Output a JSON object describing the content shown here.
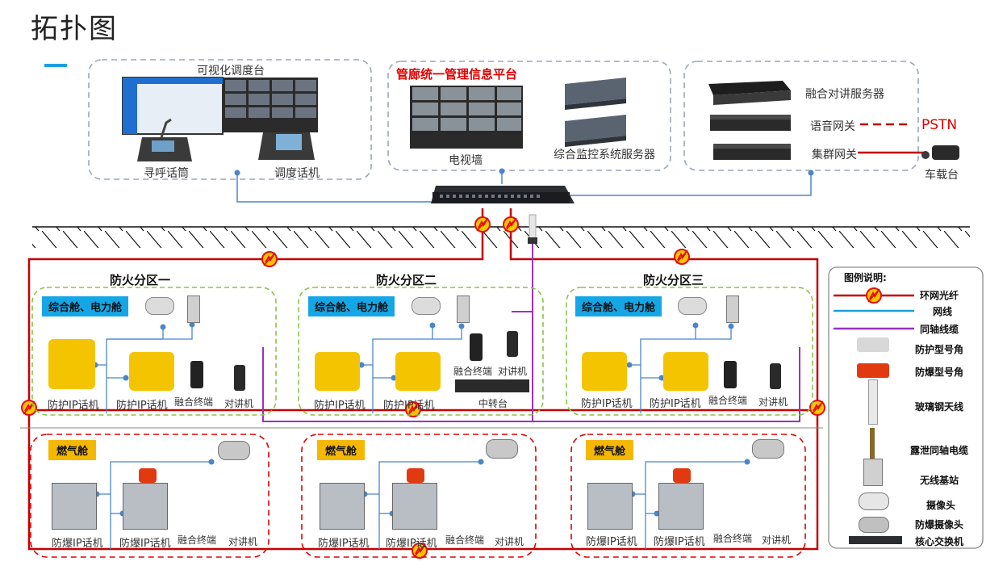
{
  "page": {
    "title": "拓扑图"
  },
  "top_groups": {
    "dispatch": {
      "title": "可视化调度台",
      "pager": "寻呼话筒",
      "dispatch_phone": "调度话机"
    },
    "platform": {
      "title": "管廊统一管理信息平台",
      "tv_wall": "电视墙",
      "monitor_server": "综合监控系统服务器"
    },
    "servers": {
      "intercom_server": "融合对讲服务器",
      "voice_gateway": "语音网关",
      "trunk_gateway": "集群网关",
      "pstn": "PSTN",
      "vehicle_radio": "车载台"
    }
  },
  "zones": [
    {
      "title": "防火分区一",
      "cabin": "综合舱、电力舱",
      "labels": [
        "防护IP话机",
        "防护IP话机",
        "融合终端",
        "对讲机"
      ]
    },
    {
      "title": "防火分区二",
      "cabin": "综合舱、电力舱",
      "labels": [
        "防护IP话机",
        "防护IP话机",
        "融合终端",
        "对讲机",
        "中转台"
      ]
    },
    {
      "title": "防火分区三",
      "cabin": "综合舱、电力舱",
      "labels": [
        "防护IP话机",
        "防护IP话机",
        "融合终端",
        "对讲机"
      ]
    }
  ],
  "gas_zones": [
    {
      "cabin": "燃气舱",
      "labels": [
        "防爆IP话机",
        "防爆IP话机",
        "融合终端",
        "对讲机"
      ]
    },
    {
      "cabin": "燃气舱",
      "labels": [
        "防爆IP话机",
        "防爆IP话机",
        "融合终端",
        "对讲机"
      ]
    },
    {
      "cabin": "燃气舱",
      "labels": [
        "防爆IP话机",
        "防爆IP话机",
        "融合终端",
        "对讲机"
      ]
    }
  ],
  "legend": {
    "title": "图例说明:",
    "items": [
      "环网光纤",
      "网线",
      "同轴线缆",
      "防护型号角",
      "防爆型号角",
      "玻璃钢天线",
      "露泄同轴电缆",
      "无线基站",
      "摄像头",
      "防爆摄像头",
      "核心交换机"
    ]
  },
  "colors": {
    "fiber": "#c40000",
    "network": "#4a86c8",
    "coax": "#9b30c8",
    "zone_border": "#8bc34a",
    "gas_border": "#e00000",
    "box_border": "#9aa6b8"
  }
}
